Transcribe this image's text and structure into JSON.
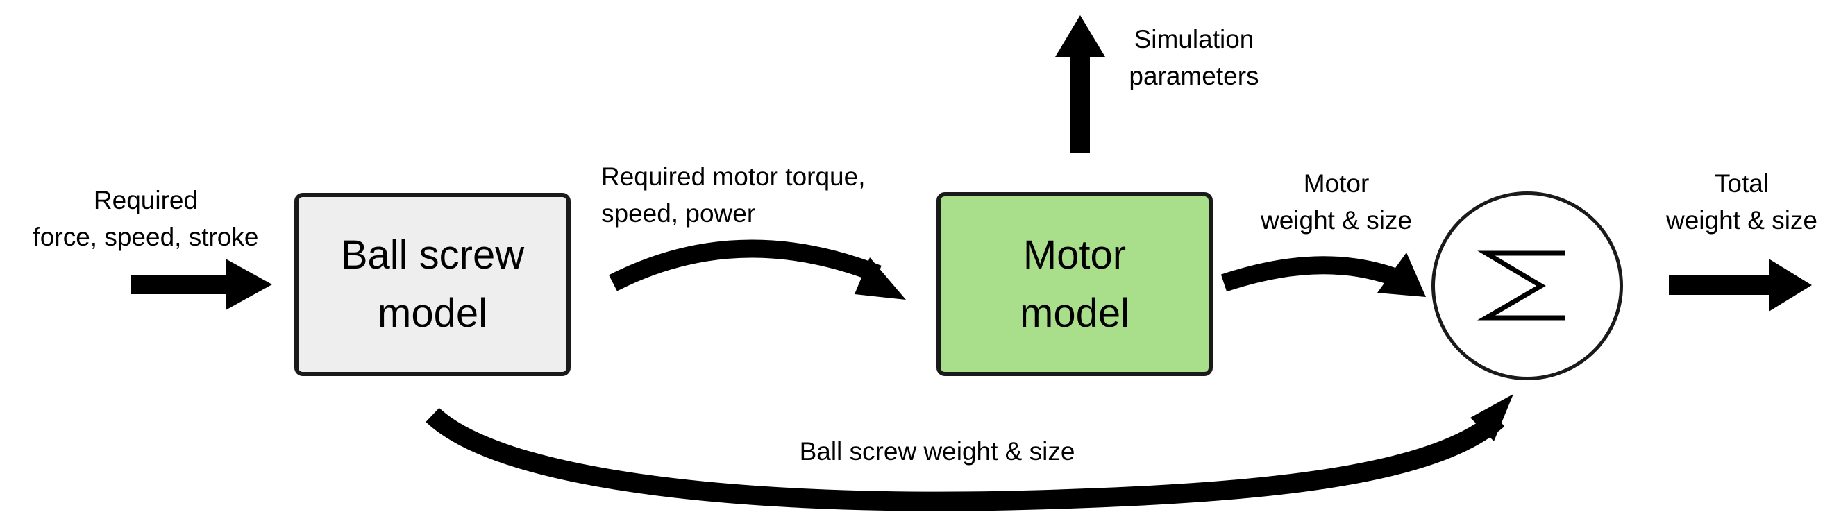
{
  "blocks": {
    "ball_screw": {
      "line1": "Ball screw",
      "line2": "model",
      "fill": "#eeeeee"
    },
    "motor": {
      "line1": "Motor",
      "line2": "model",
      "fill": "#a9df8a"
    },
    "summation": {
      "symbol": "sigma-icon"
    }
  },
  "labels": {
    "input": {
      "line1": "Required",
      "line2": "force, speed, stroke"
    },
    "requirements": {
      "line1": "Required motor torque,",
      "line2": "speed, power"
    },
    "simulation": {
      "line1": "Simulation",
      "line2": "parameters"
    },
    "motor_output": {
      "line1": "Motor",
      "line2": "weight & size"
    },
    "total_output": {
      "line1": "Total",
      "line2": "weight & size"
    },
    "ball_screw_output": "Ball screw weight & size"
  },
  "colors": {
    "stroke": "#000000",
    "box_border": "#1a1a1a"
  }
}
